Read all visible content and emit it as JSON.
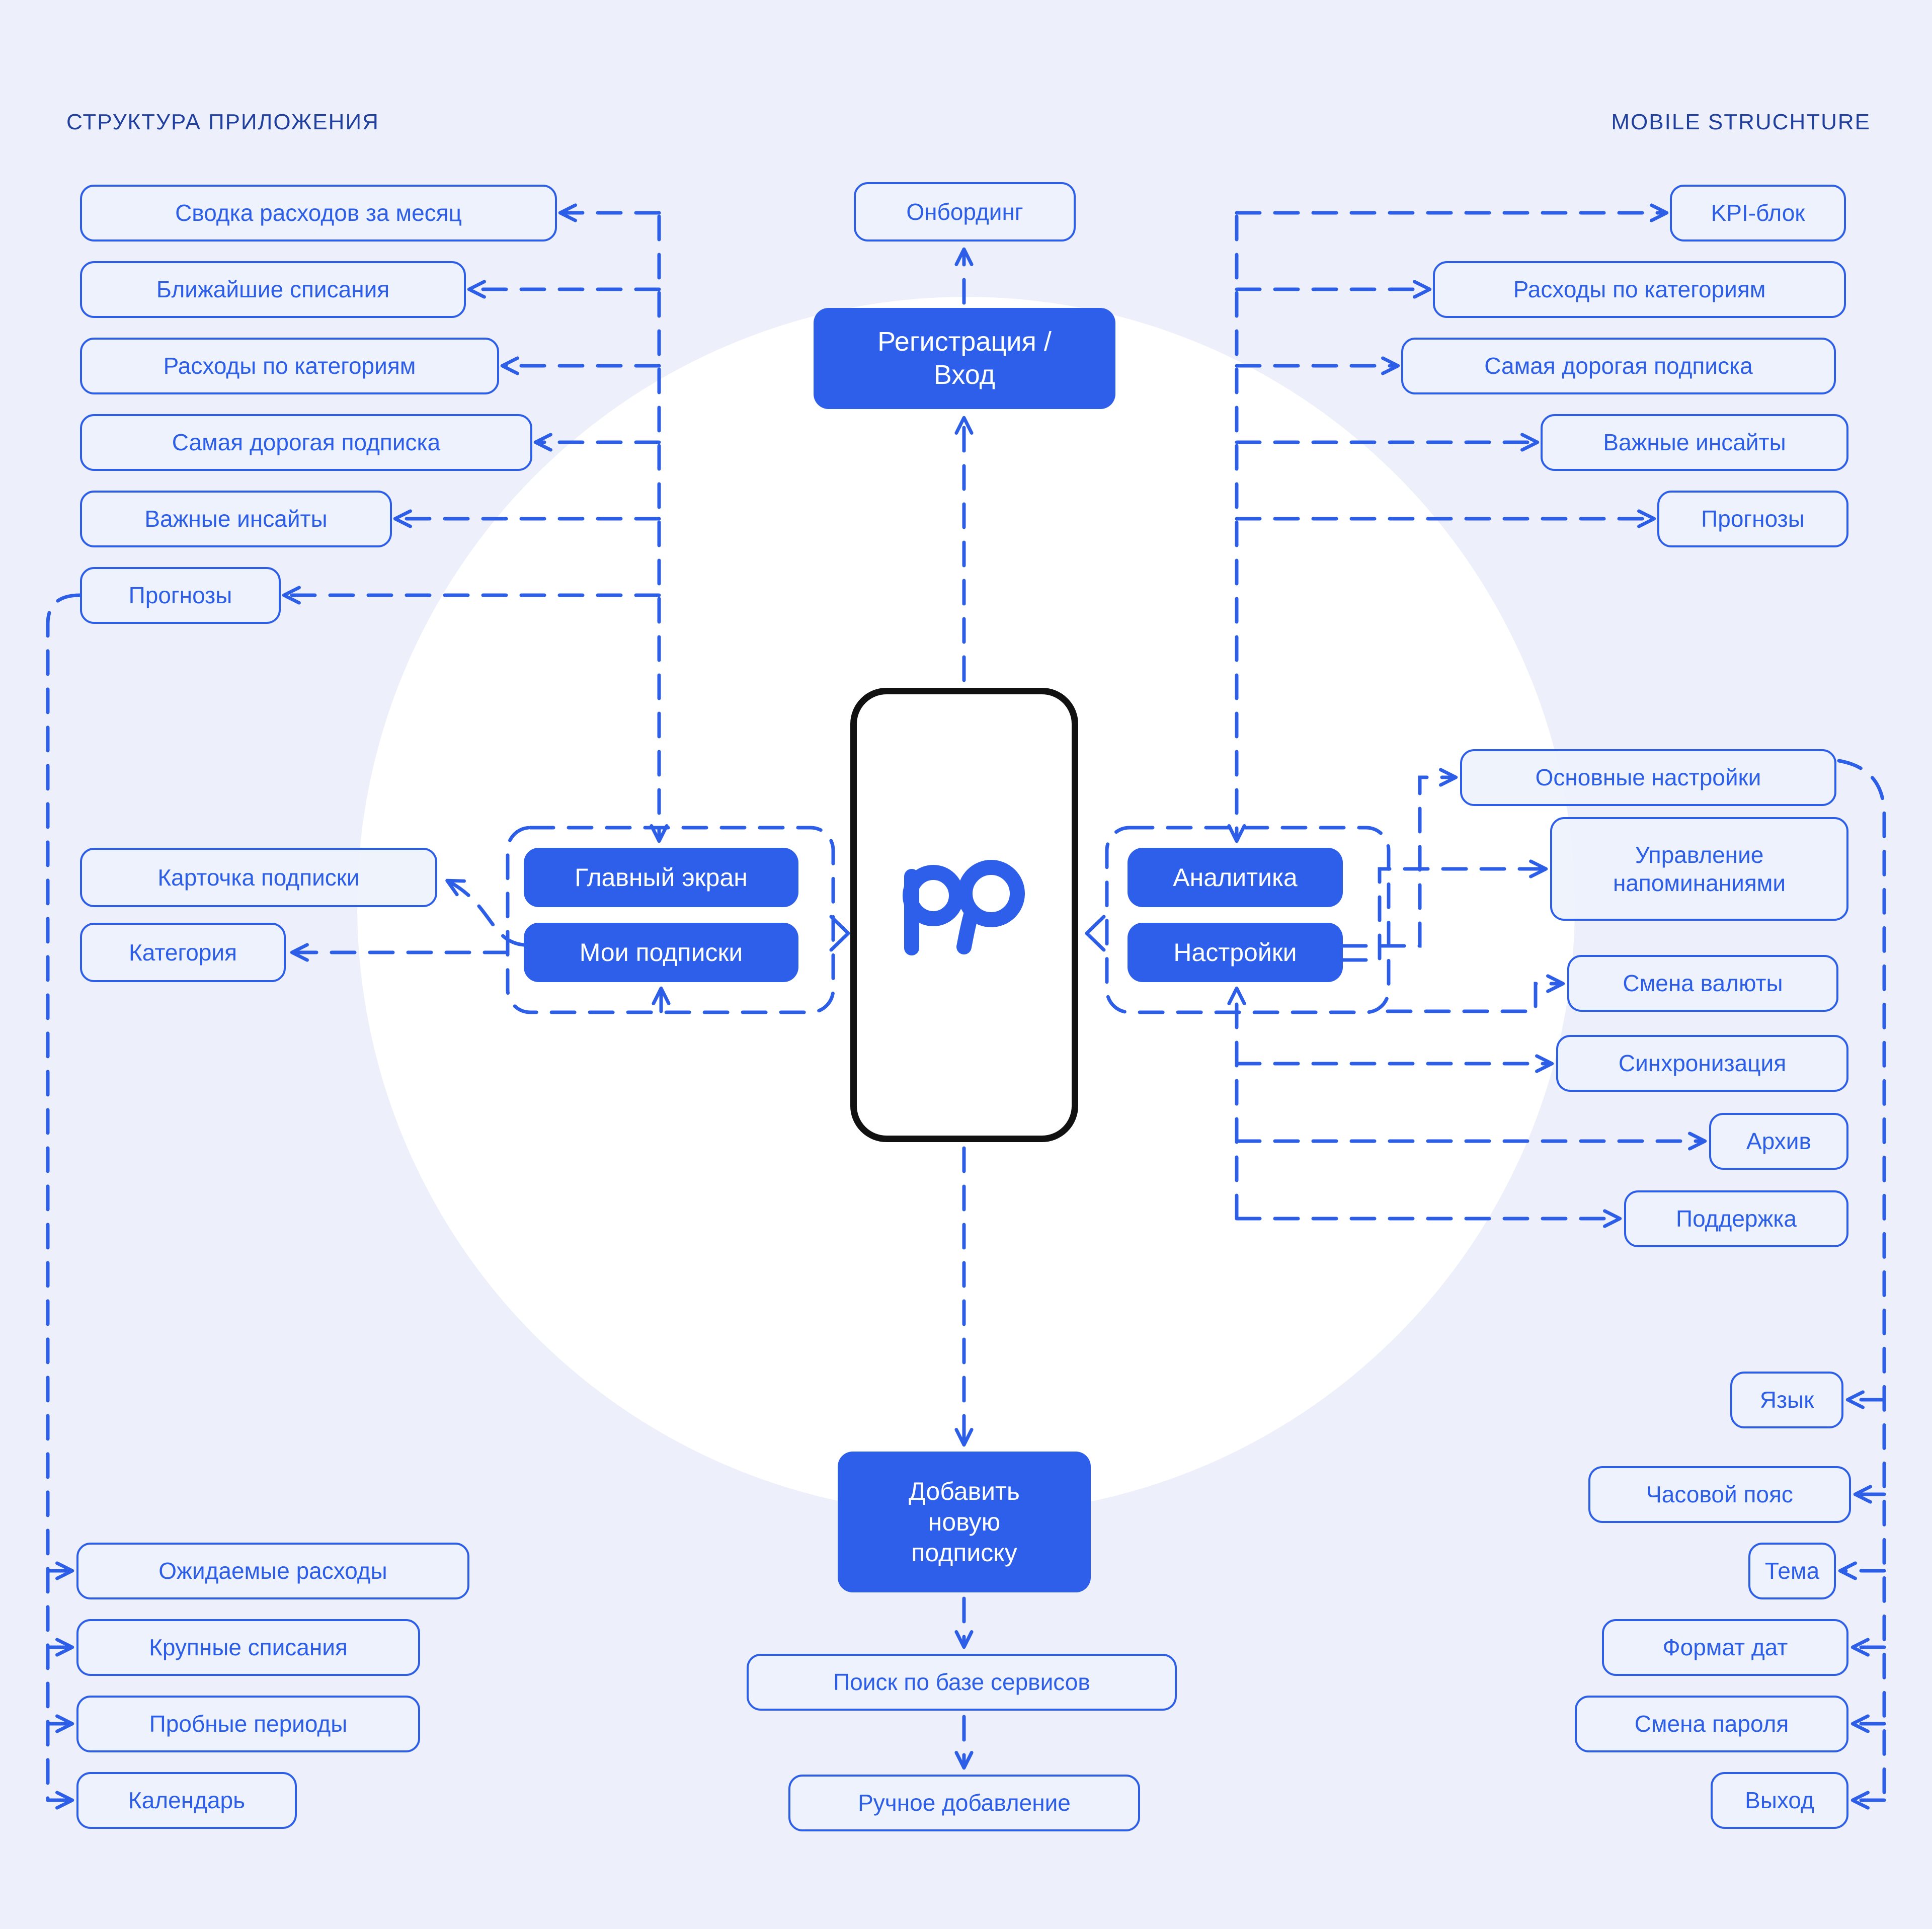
{
  "header": {
    "title_left": "СТРУКТУРА ПРИЛОЖЕНИЯ",
    "title_right": "MOBILE STRUCHTURE"
  },
  "colors": {
    "accent": "#2c5ee8",
    "filled_node": "#2d5fea",
    "background": "#edf0fa",
    "circle": "#ffffff",
    "title_text": "#21409e",
    "phone_border": "#111111"
  },
  "center": {
    "logo": "app-logo"
  },
  "top_flow": {
    "onboarding": "Онбординг",
    "auth": "Регистрация / Вход"
  },
  "main_screen_group": {
    "main_screen": "Главный экран",
    "my_subscriptions": "Мои подписки",
    "subscription_card": "Карточка подписки",
    "category": "Категория"
  },
  "main_screen_items": [
    "Сводка расходов за месяц",
    "Ближайшие списания",
    "Расходы по категориям",
    "Самая дорогая подписка",
    "Важные инсайты",
    "Прогнозы"
  ],
  "forecast_items": [
    "Ожидаемые расходы",
    "Крупные списания",
    "Пробные периоды",
    "Календарь"
  ],
  "analytics_group": {
    "analytics": "Аналитика",
    "settings": "Настройки"
  },
  "analytics_items": [
    "KPI-блок",
    "Расходы по категориям",
    "Самая дорогая подписка",
    "Важные инсайты",
    "Прогнозы"
  ],
  "settings_items": [
    "Основные настройки",
    "Управление напоминаниями",
    "Смена валюты",
    "Синхронизация",
    "Архив",
    "Поддержка"
  ],
  "basic_settings_items": [
    "Язык",
    "Часовой пояс",
    "Тема",
    "Формат дат",
    "Смена пароля",
    "Выход"
  ],
  "bottom_flow": {
    "add": "Добавить новую подписку",
    "search": "Поиск по базе сервисов",
    "manual": "Ручное добавление"
  }
}
